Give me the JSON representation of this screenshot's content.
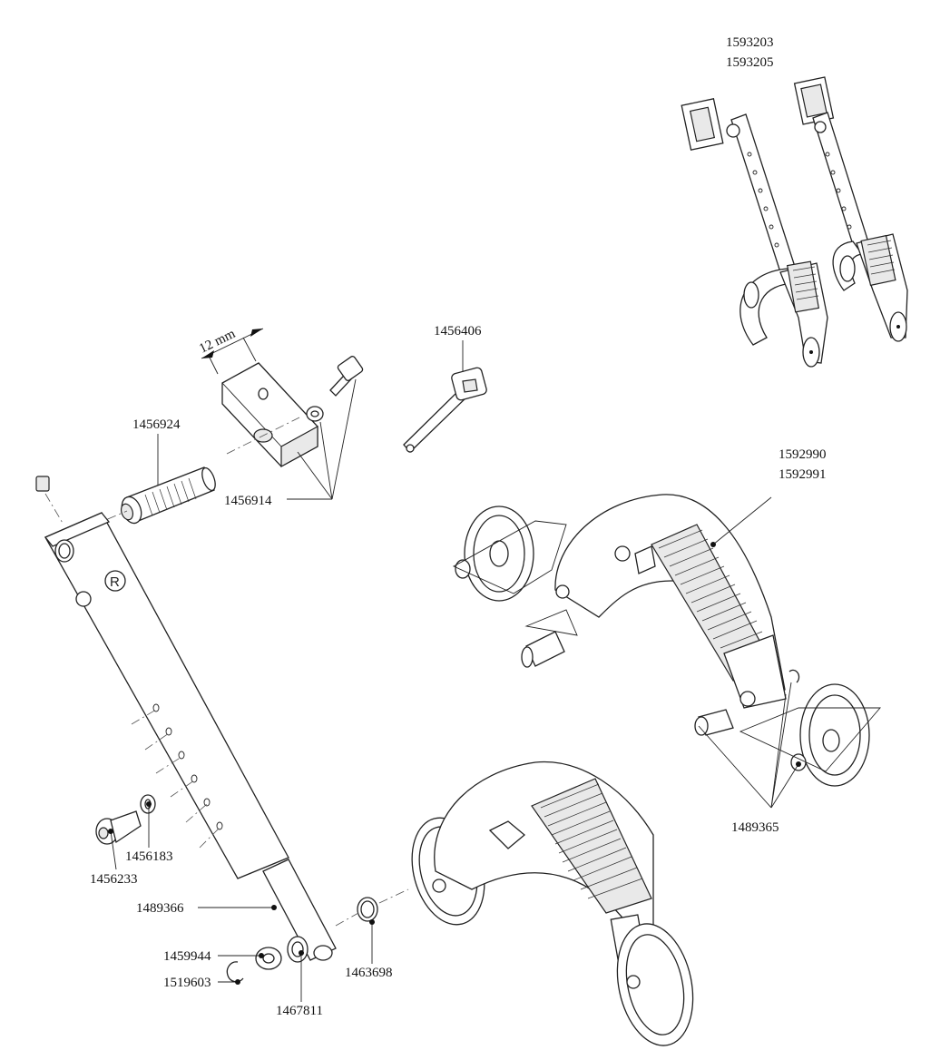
{
  "dimension": {
    "text": "12 mm"
  },
  "parts": {
    "p1593203": "1593203",
    "p1593205": "1593205",
    "p1456406": "1456406",
    "p1456924": "1456924",
    "p1456914": "1456914",
    "p1592990": "1592990",
    "p1592991": "1592991",
    "p1456183": "1456183",
    "p1456233": "1456233",
    "p1489366": "1489366",
    "p1459944": "1459944",
    "p1519603": "1519603",
    "p1467811": "1467811",
    "p1463698": "1463698",
    "p1489365": "1489365"
  }
}
